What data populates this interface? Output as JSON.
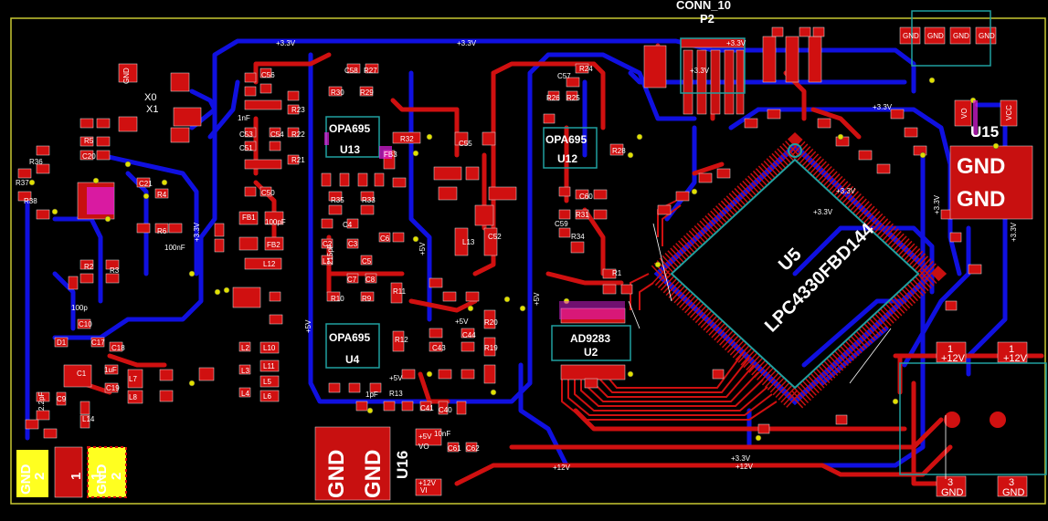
{
  "board": {
    "colors": {
      "background": "#000000",
      "outline": "#c8c832",
      "top_copper": "#d01010",
      "bottom_copper": "#1010e0",
      "silkscreen": "#ffffff",
      "courtyard": "#20a0a0",
      "via": "#e0e000",
      "label_yellow": "#ffff20"
    }
  },
  "connectors": {
    "p2_title": "CONN_10",
    "p2_ref": "P2",
    "x1_ref_a": "X0",
    "x1_ref_b": "X1"
  },
  "chips": {
    "u13_value": "OPA695",
    "u13_ref": "U13",
    "u12_value": "OPA695",
    "u12_ref": "U12",
    "u4_value": "OPA695",
    "u4_ref": "U4",
    "u2_value": "AD9283",
    "u2_ref": "U2",
    "u5_ref": "U5",
    "u5_value": "LPC4330FBD144",
    "u15_ref": "U15",
    "u16_ref": "U16"
  },
  "nets": {
    "v33": "+3.3V",
    "v12": "+12V",
    "v5": "+5V",
    "gnd": "GND"
  },
  "regulator_labels": {
    "u15_gnd_a": "GND",
    "u15_gnd_b": "GND",
    "u15_vo": "VO",
    "u15_vcc": "VCC",
    "u16_gnd_a": "GND",
    "u16_gnd_b": "GND",
    "u16_vo": "VO",
    "u16_vi": "VI"
  },
  "bottom_left_connector": {
    "pad_a": "GND",
    "pad_a_num": "2",
    "pad_b_num": "1",
    "pad_c_num": "1",
    "pad_d": "GND",
    "pad_d_num": "2"
  },
  "power_connector": {
    "pin1_a": "1",
    "pin1_a_net": "+12V",
    "pin1_b": "1",
    "pin1_b_net": "+12V",
    "pin3_a": "3",
    "pin3_a_net": "GND",
    "pin3_b": "3",
    "pin3_b_net": "GND"
  },
  "gnd_header": [
    "GND",
    "GND",
    "GND",
    "GND"
  ],
  "component_refs": [
    "C57",
    "R24",
    "R26",
    "R25",
    "C59",
    "C60",
    "R31",
    "R34",
    "R28",
    "C58",
    "R27",
    "R30",
    "R29",
    "R23",
    "R22",
    "R21",
    "R32",
    "R35",
    "R33",
    "C55",
    "C56",
    "C53",
    "C54",
    "C50",
    "C51",
    "C52",
    "R36",
    "R37",
    "R38",
    "R5",
    "R3",
    "R2",
    "R4",
    "R6",
    "C20",
    "C21",
    "C10",
    "C17",
    "C18",
    "C19",
    "L7",
    "L8",
    "L10",
    "L11",
    "L12",
    "L13",
    "FB1",
    "FB2",
    "FB3",
    "R10",
    "R9",
    "R12",
    "R11",
    "R13",
    "R19",
    "R20",
    "C43",
    "C44",
    "C40",
    "C41",
    "C61",
    "C62",
    "R1",
    "C1",
    "C2",
    "C3",
    "C4",
    "C5",
    "C6",
    "C7",
    "C8",
    "C9",
    "L14",
    "L1",
    "L2",
    "L3",
    "L4",
    "L5",
    "L6",
    "D1"
  ],
  "component_values": [
    "1nF",
    "100pF",
    "100nF",
    "10nF",
    "215pF",
    "2.2pF",
    "1uF",
    "1pF",
    "100p"
  ]
}
